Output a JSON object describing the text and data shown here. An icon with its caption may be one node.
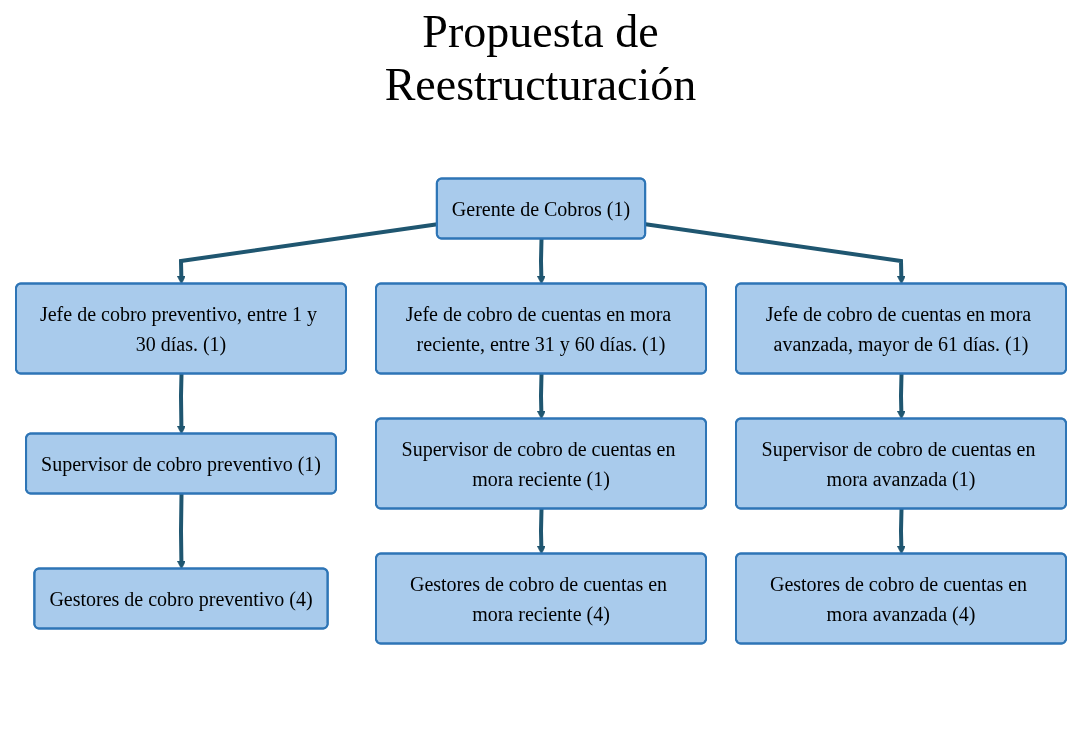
{
  "diagram": {
    "title": "Propuesta de Reestructuración",
    "nodes": [
      {
        "text": [
          "Gerente de Cobros (1)"
        ]
      },
      {
        "text": [
          "Jefe de cobro preventivo, entre 1 y 30 días. (1)"
        ]
      },
      {
        "text": [
          "Jefe de cobro de cuentas en mora reciente, entre 31 y 60 días. (1)"
        ]
      },
      {
        "text": [
          "Jefe de cobro de cuentas en mora avanzada, mayor de 61 días. (1)"
        ]
      },
      {
        "text": [
          "Supervisor de cobro preventivo (1)"
        ]
      },
      {
        "text": [
          "Supervisor de cobro de cuentas en mora reciente (1)"
        ]
      },
      {
        "text": [
          "Supervisor de cobro de cuentas en mora avanzada (1)"
        ]
      },
      {
        "text": [
          "Gestores de cobro preventivo (4)"
        ]
      },
      {
        "text": [
          "Gestores de cobro de cuentas en mora reciente (4)"
        ]
      },
      {
        "text": [
          "Gestores de cobro de cuentas en mora avanzada (4)"
        ]
      }
    ],
    "edges": [
      {
        "from": 0,
        "to": 1,
        "arrow": "to"
      },
      {
        "from": 0,
        "to": 2,
        "arrow": "to"
      },
      {
        "from": 0,
        "to": 3,
        "arrow": "to"
      },
      {
        "from": 1,
        "to": 4,
        "arrow": "to"
      },
      {
        "from": 2,
        "to": 5,
        "arrow": "to"
      },
      {
        "from": 3,
        "to": 6,
        "arrow": "to"
      },
      {
        "from": 4,
        "to": 7,
        "arrow": "to"
      },
      {
        "from": 5,
        "to": 8,
        "arrow": "to"
      },
      {
        "from": 6,
        "to": 9,
        "arrow": "to"
      }
    ]
  }
}
